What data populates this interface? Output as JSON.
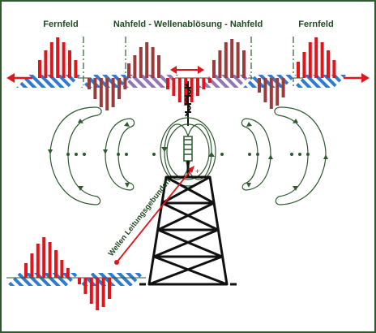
{
  "labels": {
    "far_left": "Fernfeld",
    "near_center": "Nahfeld - Wellenablösung - Nahfeld",
    "far_right": "Fernfeld",
    "guided": "Wellen Leitungsgebunden"
  },
  "colors": {
    "background": "#ffffff",
    "frame": "#2f5a2f",
    "red_wave": "#e0161d",
    "brown_wave": "#9b3b3b",
    "blue_hatch": "#2f7bd0",
    "purple_hatch": "#9276b6",
    "field_lines": "#2f5a2f",
    "tower": "#111111",
    "label_text": "#1f4a1f"
  },
  "icons": {
    "left_arrow": "arrow-left-icon",
    "right_arrow": "arrow-right-icon",
    "double_arrow": "double-arrow-icon",
    "antenna": "antenna-tower-icon"
  }
}
